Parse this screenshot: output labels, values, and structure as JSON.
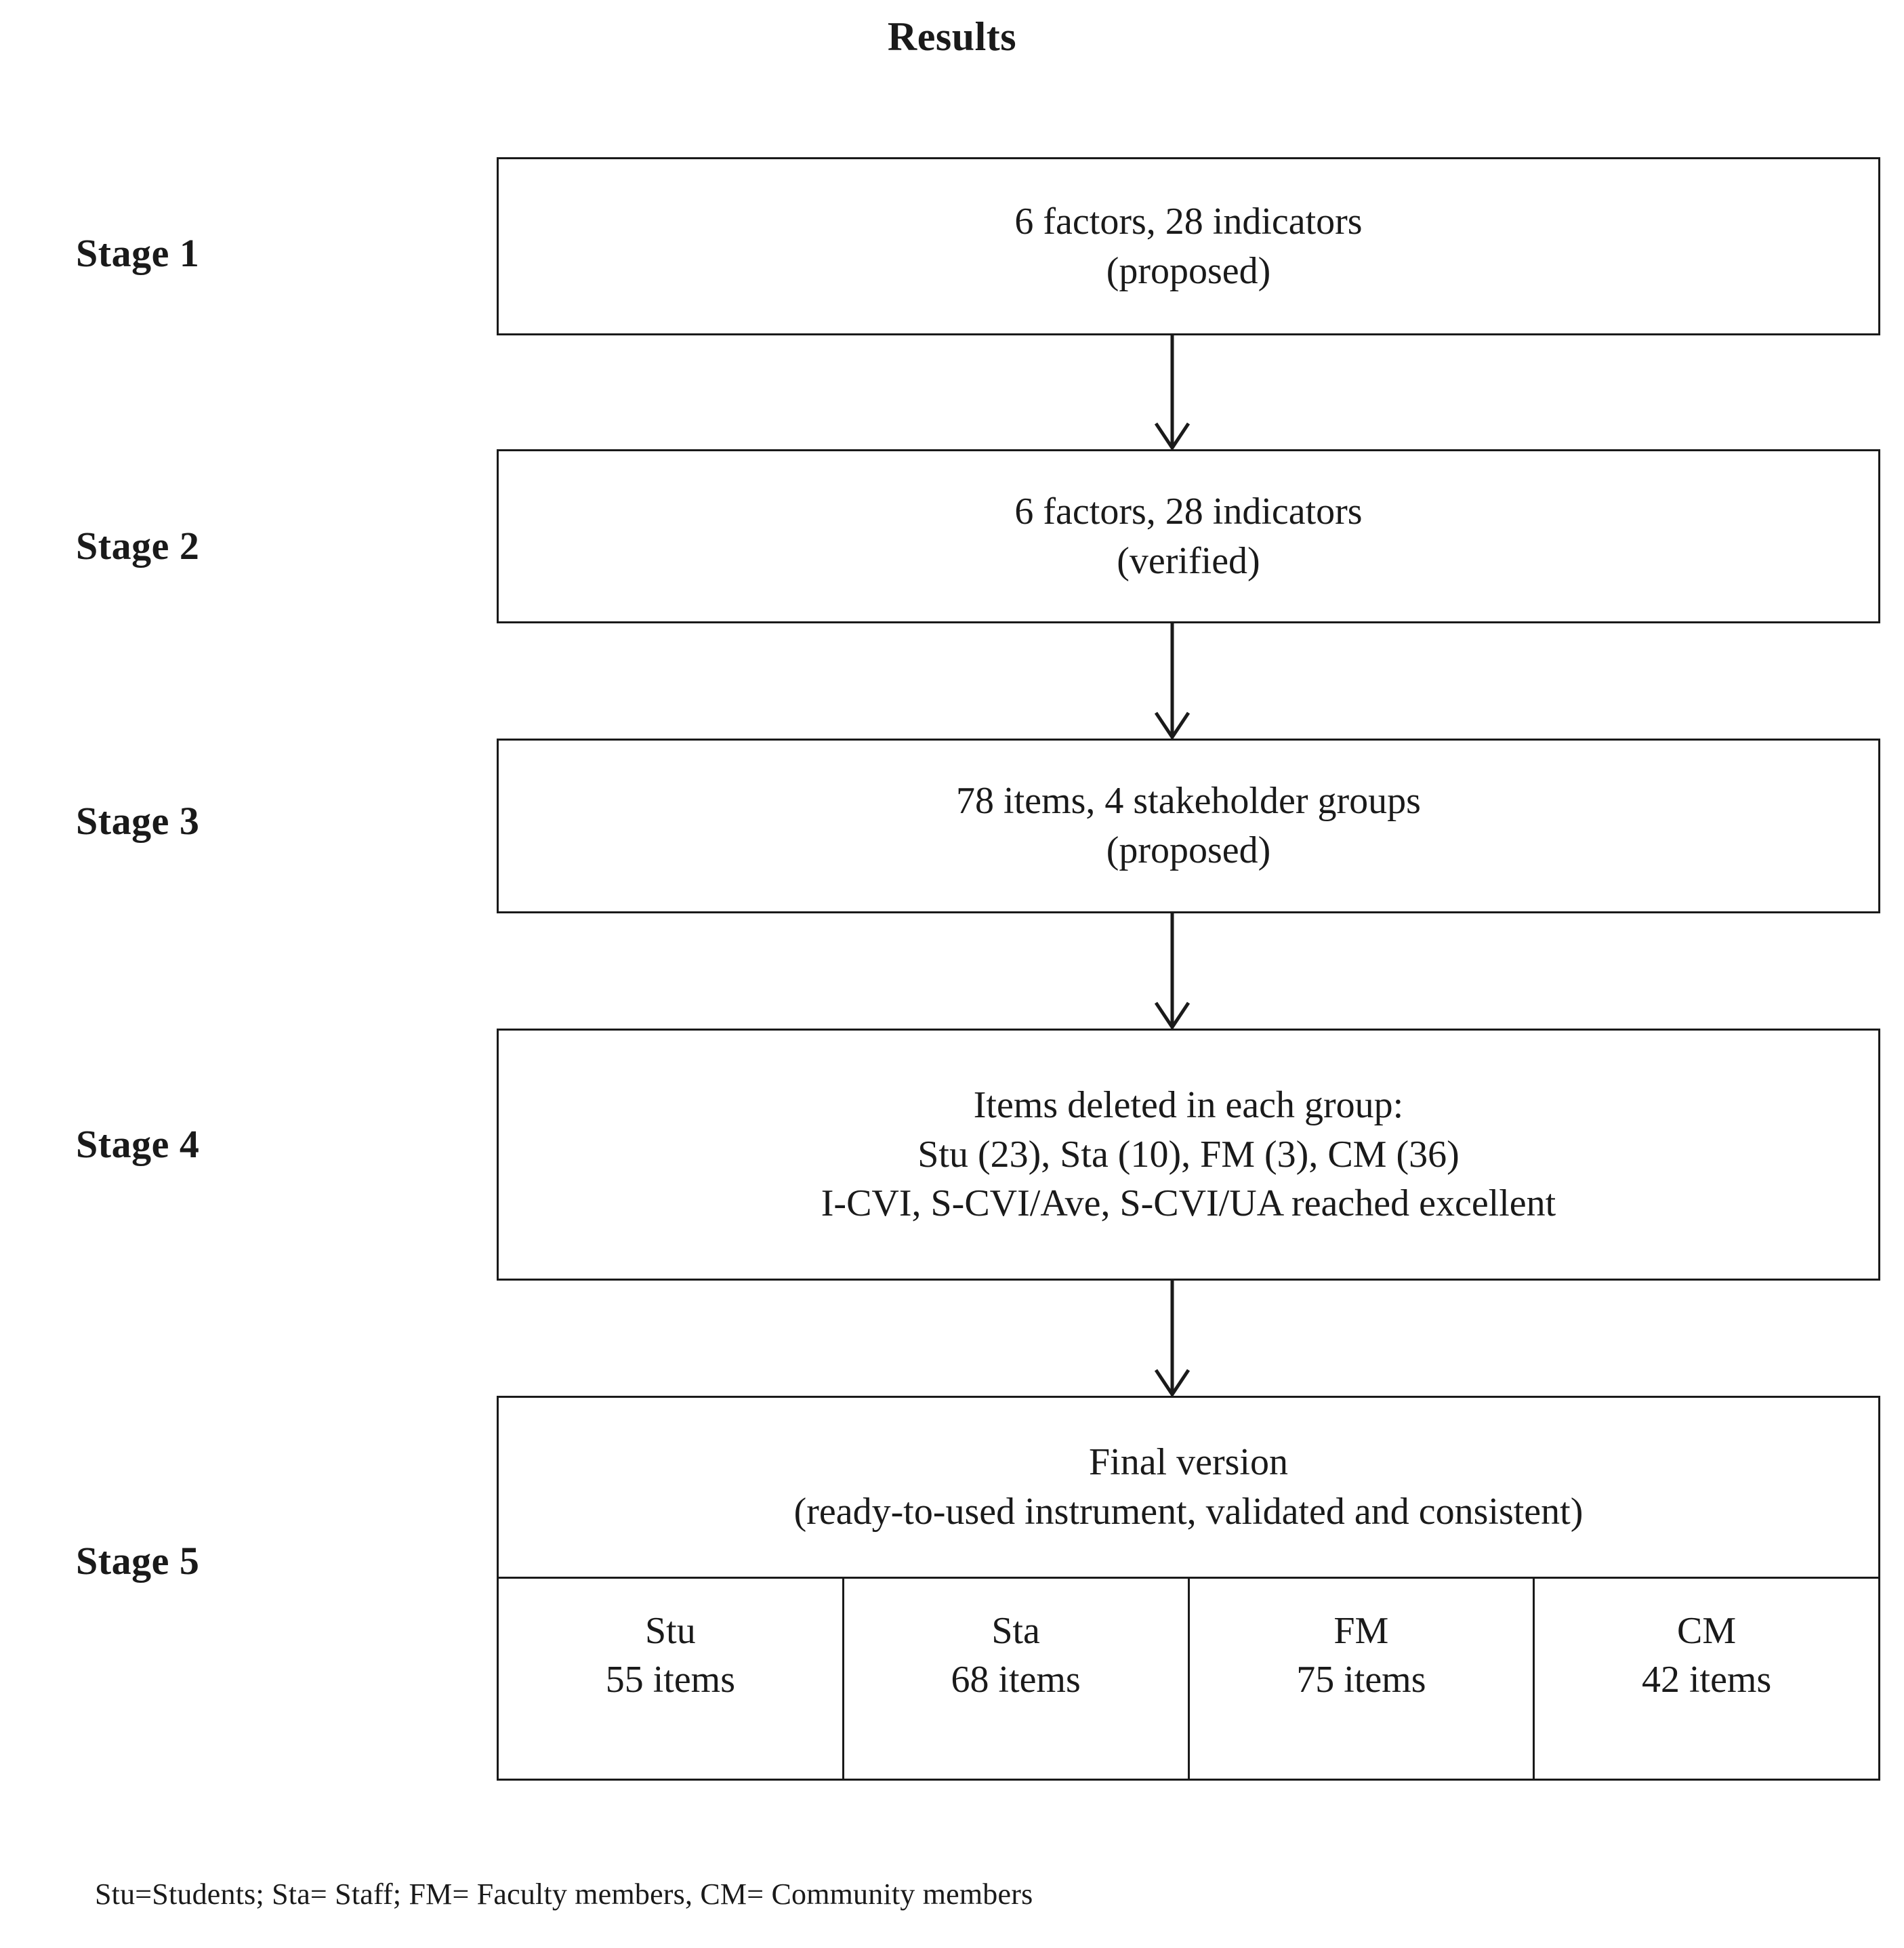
{
  "figure": {
    "title": "Results",
    "footnote": "Stu=Students; Sta= Staff; FM= Faculty members, CM= Community members"
  },
  "stages": [
    {
      "label": "Stage 1",
      "lines": [
        "6 factors, 28 indicators",
        "(proposed)"
      ]
    },
    {
      "label": "Stage 2",
      "lines": [
        "6 factors, 28 indicators",
        "(verified)"
      ]
    },
    {
      "label": "Stage 3",
      "lines": [
        "78 items, 4 stakeholder groups",
        "(proposed)"
      ]
    },
    {
      "label": "Stage 4",
      "lines": [
        "Items deleted in each group:",
        "Stu (23), Sta (10), FM (3), CM (36)",
        "I-CVI, S-CVI/Ave, S-CVI/UA reached excellent"
      ]
    },
    {
      "label": "Stage 5",
      "lines": [
        "Final version",
        "(ready-to-used instrument, validated and consistent)"
      ],
      "table": [
        {
          "name": "Stu",
          "count": "55 items"
        },
        {
          "name": "Sta",
          "count": "68 items"
        },
        {
          "name": "FM",
          "count": "75 items"
        },
        {
          "name": "CM",
          "count": "42 items"
        }
      ]
    }
  ],
  "arrow_color": "#1a1a1a",
  "border_color": "#1a1a1a",
  "background_color": "#ffffff"
}
